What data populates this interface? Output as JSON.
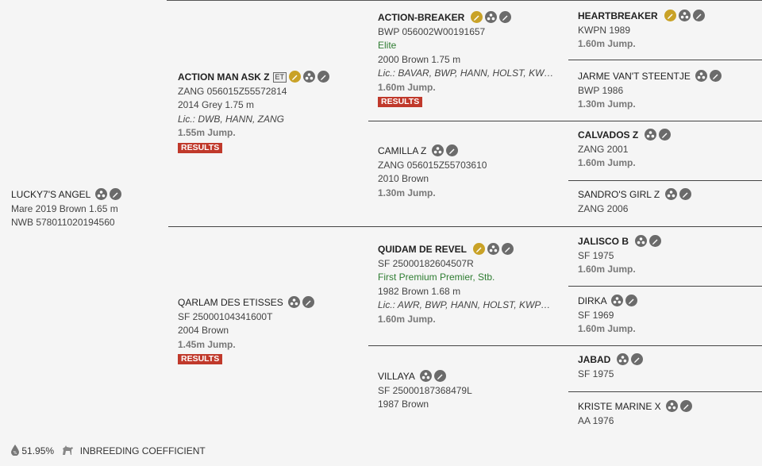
{
  "subject": {
    "name": "LUCKY7'S ANGEL",
    "line1": "Mare 2019 Brown 1.65 m",
    "line2": "NWB 578011020194560"
  },
  "sire": {
    "name": "ACTION MAN ASK Z",
    "et": "ET",
    "reg": "ZANG 056015Z55572814",
    "info": "2014 Grey 1.75 m",
    "lic": "Lic.: DWB, HANN, ZANG",
    "jump": "1.55m Jump.",
    "results": "RESULTS"
  },
  "dam": {
    "name": "QARLAM DES ETISSES",
    "reg": "SF 25000104341600T",
    "info": "2004 Brown",
    "jump": "1.45m Jump.",
    "results": "RESULTS"
  },
  "ss": {
    "name": "ACTION-BREAKER",
    "reg": "BWP 056002W00191657",
    "elite": "Elite",
    "info": "2000 Brown 1.75 m",
    "lic": "Lic.: BAVAR, BWP, HANN, HOLST, KWPN, O...",
    "jump": "1.60m Jump.",
    "results": "RESULTS"
  },
  "sd": {
    "name": "CAMILLA Z",
    "reg": "ZANG 056015Z55703610",
    "info": "2010 Brown",
    "jump": "1.30m Jump."
  },
  "ds": {
    "name": "QUIDAM DE REVEL",
    "reg": "SF 25000182604507R",
    "elite": "First Premium Premier, Stb.",
    "info": "1982 Brown 1.68 m",
    "lic": "Lic.: AWR, BWP, HANN, HOLST, KWPN, MIP...",
    "jump": "1.60m Jump."
  },
  "dd": {
    "name": "VILLAYA",
    "reg": "SF 25000187368479L",
    "info": "1987 Brown"
  },
  "sss": {
    "name": "HEARTBREAKER",
    "reg": "KWPN 1989",
    "jump": "1.60m Jump."
  },
  "ssd": {
    "name": "JARME VAN'T STEENTJE",
    "reg": "BWP 1986",
    "jump": "1.30m Jump."
  },
  "sds": {
    "name": "CALVADOS Z",
    "reg": "ZANG 2001",
    "jump": "1.60m Jump."
  },
  "sdd": {
    "name": "SANDRO'S GIRL Z",
    "reg": "ZANG 2006"
  },
  "dss": {
    "name": "JALISCO B",
    "reg": "SF 1975",
    "jump": "1.60m Jump."
  },
  "dsd": {
    "name": "DIRKA",
    "reg": "SF 1969",
    "jump": "1.60m Jump."
  },
  "dds": {
    "name": "JABAD",
    "reg": "SF 1975"
  },
  "ddd": {
    "name": "KRISTE MARINE X",
    "reg": "AA 1976"
  },
  "footer": {
    "percent": "51.95%",
    "label": "INBREEDING COEFFICIENT"
  },
  "colors": {
    "results": "#c0392b",
    "gold_icon": "#c9a227",
    "grey_icon": "#6b6b6b",
    "elite": "#2f7d32"
  }
}
